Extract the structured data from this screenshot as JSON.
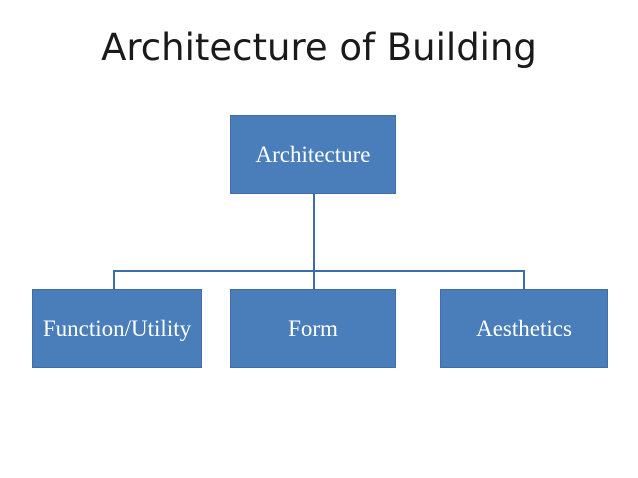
{
  "slide": {
    "title": "Architecture of Building",
    "background_color": "#FFFFFF",
    "title_color": "#1A1A1A"
  },
  "theme": {
    "node_fill": "#4A7EBB",
    "node_border": "#3F6FA6",
    "node_text": "#FFFFFF",
    "connector_color": "#3D6DA8"
  },
  "diagram": {
    "type": "org-chart",
    "root": {
      "id": "architecture",
      "label": "Architecture"
    },
    "children": [
      {
        "id": "function-utility",
        "label": "Function/Utility"
      },
      {
        "id": "form",
        "label": "Form"
      },
      {
        "id": "aesthetics",
        "label": "Aesthetics"
      }
    ]
  }
}
